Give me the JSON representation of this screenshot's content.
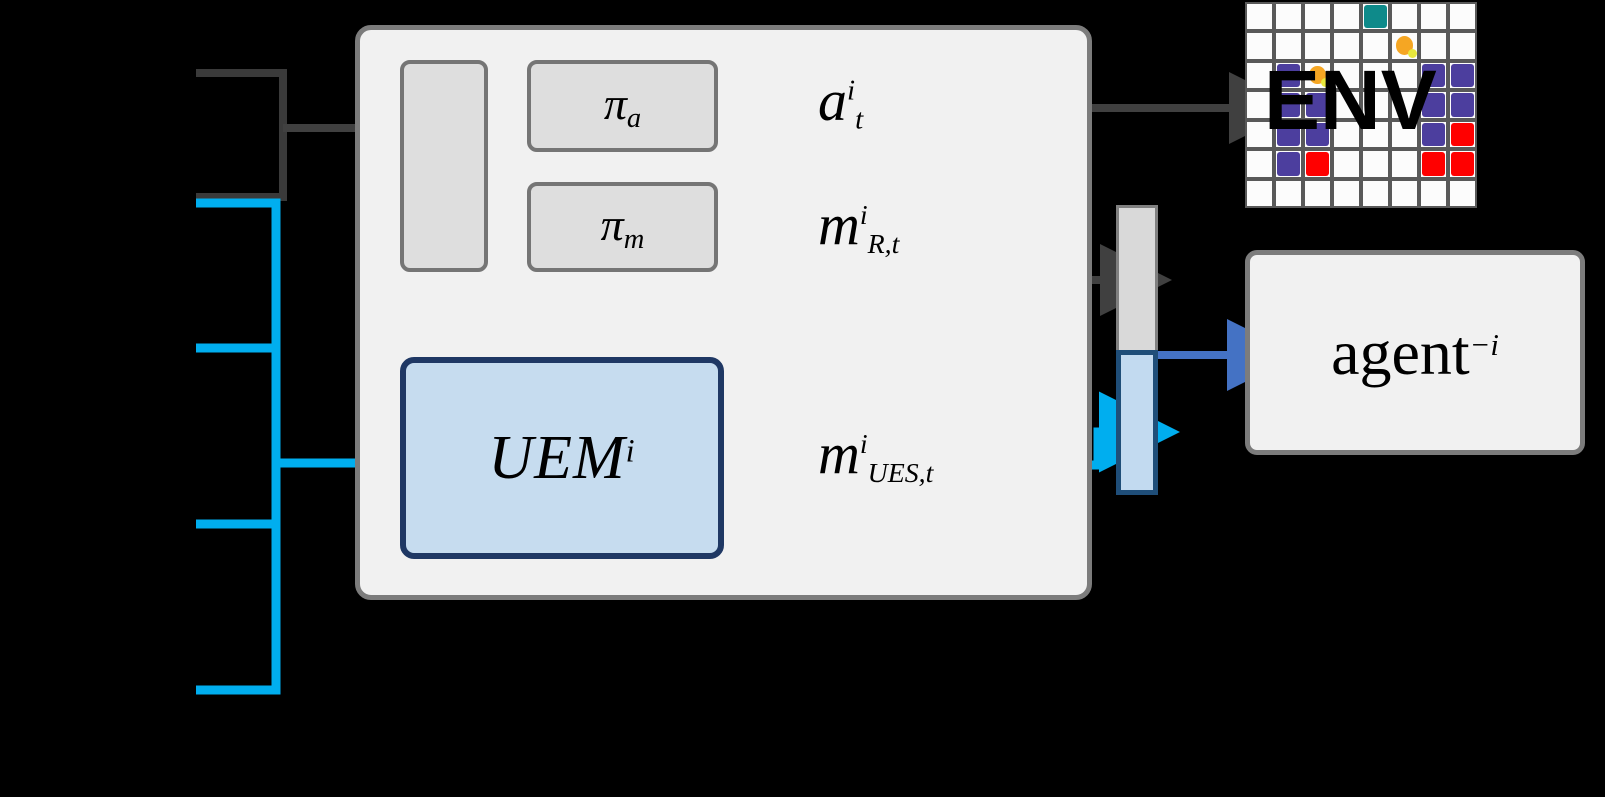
{
  "diagram": {
    "title": "Agent architecture with UEM message channel",
    "colors": {
      "panel_fill": "#F1F1F1",
      "panel_border": "#7C7C7C",
      "inner_box_fill": "#DEDEDE",
      "inner_box_border": "#757575",
      "uem_fill": "#C6DCEF",
      "uem_border": "#1F3864",
      "arrow_dark": "#404040",
      "arrow_cyan": "#00AEEF",
      "arrow_blue": "#4472C4",
      "bar_gray_fill": "#D9D9D9",
      "bar_blue_fill": "#C2DAF0",
      "bar_blue_border": "#1F4E79",
      "background": "#000000"
    },
    "blocks": {
      "encoder": {
        "label": ""
      },
      "policy_action": {
        "base": "π",
        "sub": "a"
      },
      "policy_message": {
        "base": "π",
        "sub": "m"
      },
      "uem": {
        "base": "UEM",
        "sup": "i"
      }
    },
    "labels": {
      "action": {
        "base": "a",
        "sup": "i",
        "sub": "t"
      },
      "message_r": {
        "base": "m",
        "sup": "i",
        "sub": "R,t"
      },
      "message_ues": {
        "base": "m",
        "sup": "i",
        "sub": "UES,t"
      }
    },
    "env": {
      "label": "ENV"
    },
    "agent": {
      "base": "agent",
      "sup": "−i"
    },
    "message_bar": {
      "top_segment": "reward-message-slot",
      "bottom_segment": "ues-message-slot"
    },
    "env_grid": {
      "cols": 8,
      "rows": 7,
      "cells": [
        {
          "r": 0,
          "c": 4,
          "color": "#0E8A8A"
        },
        {
          "r": 2,
          "c": 1,
          "color": "#4C3E9E"
        },
        {
          "r": 2,
          "c": 6,
          "color": "#4C3E9E"
        },
        {
          "r": 2,
          "c": 7,
          "color": "#4C3E9E"
        },
        {
          "r": 3,
          "c": 1,
          "color": "#4C3E9E"
        },
        {
          "r": 3,
          "c": 2,
          "color": "#4C3E9E"
        },
        {
          "r": 3,
          "c": 6,
          "color": "#4C3E9E"
        },
        {
          "r": 3,
          "c": 7,
          "color": "#4C3E9E"
        },
        {
          "r": 4,
          "c": 1,
          "color": "#4C3E9E"
        },
        {
          "r": 4,
          "c": 2,
          "color": "#4C3E9E"
        },
        {
          "r": 4,
          "c": 6,
          "color": "#4C3E9E"
        },
        {
          "r": 4,
          "c": 7,
          "color": "#FF0000"
        },
        {
          "r": 5,
          "c": 1,
          "color": "#4C3E9E"
        },
        {
          "r": 5,
          "c": 2,
          "color": "#FF0000"
        },
        {
          "r": 5,
          "c": 6,
          "color": "#FF0000"
        },
        {
          "r": 5,
          "c": 7,
          "color": "#FF0000"
        }
      ],
      "agents": [
        {
          "r": 1,
          "c": 5,
          "color": "#F5A623"
        },
        {
          "r": 2,
          "c": 2,
          "color": "#F5A623"
        }
      ]
    }
  }
}
